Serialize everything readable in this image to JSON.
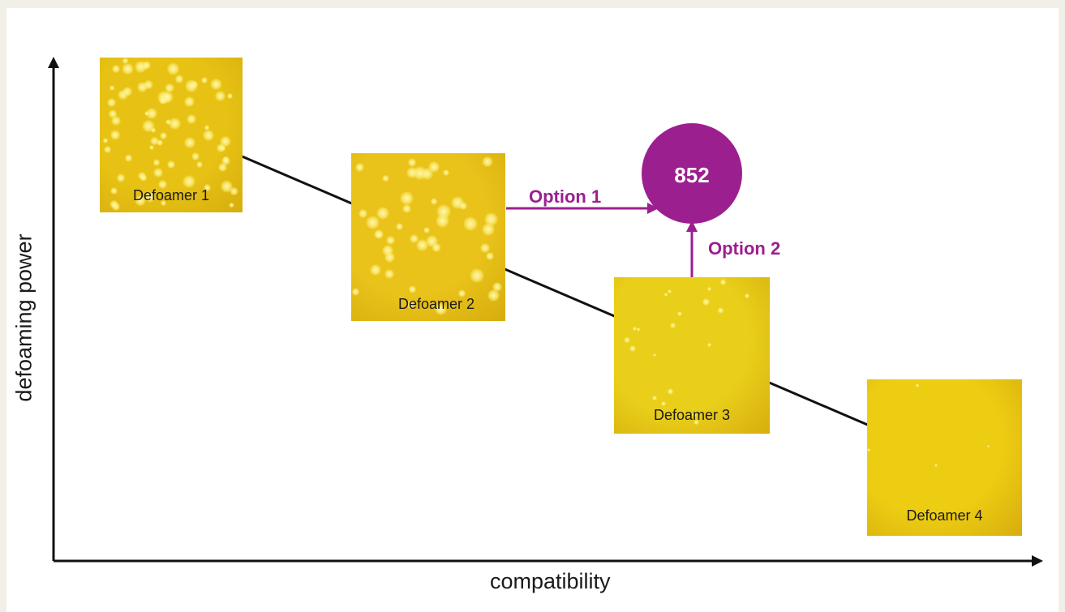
{
  "diagram": {
    "x_axis_label": "compatibility",
    "y_axis_label": "defoaming power",
    "defoamers": [
      {
        "label": "Defoamer 1",
        "bubble_density": "high"
      },
      {
        "label": "Defoamer 2",
        "bubble_density": "medium-high"
      },
      {
        "label": "Defoamer 3",
        "bubble_density": "low"
      },
      {
        "label": "Defoamer 4",
        "bubble_density": "very low"
      }
    ],
    "target": {
      "label": "852"
    },
    "options": [
      {
        "label": "Option 1"
      },
      {
        "label": "Option 2"
      }
    ],
    "colors": {
      "accent": "#9c1f8f",
      "line": "#111111",
      "tile_1": "#e7c214",
      "tile_2": "#e9c21a",
      "tile_3": "#e9cf1a",
      "tile_4": "#edcd12"
    }
  }
}
